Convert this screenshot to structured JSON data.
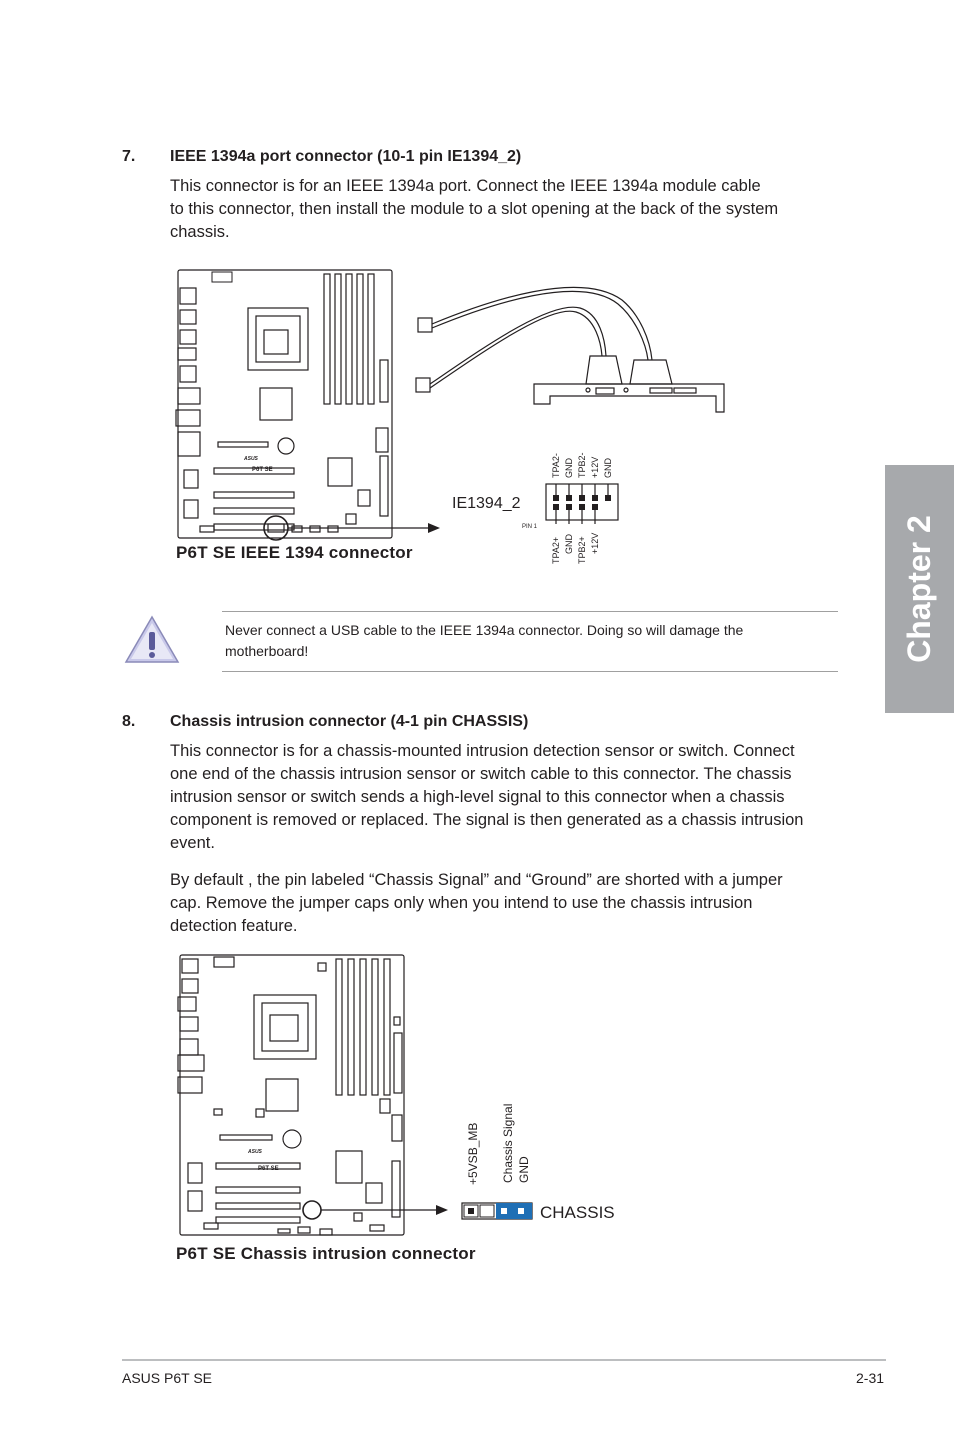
{
  "sections": [
    {
      "number": "7.",
      "title": "IEEE 1394a port connector (10-1 pin IE1394_2)",
      "body": [
        "This connector is for an IEEE 1394a port. Connect the IEEE 1394a module cable",
        "to this connector, then install the module to a slot opening at the back of the system",
        "chassis."
      ],
      "figure": {
        "caption": "P6T SE IEEE 1394 connector",
        "board_label": "P6T SE",
        "connector_label": "IE1394_2",
        "pin1_label": "PIN 1",
        "top_pins": [
          "TPA2-",
          "GND",
          "TPB2-",
          "+12V",
          "GND"
        ],
        "bottom_pins": [
          "TPA2+",
          "GND",
          "TPB2+",
          "+12V"
        ]
      }
    },
    {
      "number": "8.",
      "title": "Chassis intrusion connector (4-1 pin CHASSIS)",
      "body": [
        "This connector is for a chassis-mounted intrusion detection sensor or switch. Connect",
        "one end of the chassis intrusion sensor or switch cable to this connector. The chassis",
        "intrusion sensor or switch sends a high-level signal to this connector when a chassis",
        "component is removed or replaced. The signal is then generated as a chassis intrusion",
        "event."
      ],
      "body2": [
        "By default , the pin labeled “Chassis Signal” and “Ground” are shorted with a jumper",
        "cap. Remove the jumper caps only when you intend to use the chassis intrusion",
        "detection feature."
      ],
      "figure": {
        "caption": "P6T SE Chassis intrusion connector",
        "board_label": "P6T SE",
        "connector_label": "CHASSIS",
        "pins": [
          "+5VSB_MB",
          "Chassis Signal",
          "GND"
        ]
      }
    }
  ],
  "warning": {
    "icon": "warning-triangle-icon",
    "lines": [
      "Never connect a USB cable to the IEEE 1394a connector. Doing so will damage the",
      "motherboard!"
    ]
  },
  "chapter_tab": "Chapter 2",
  "footer": {
    "left": "ASUS P6T SE",
    "right": "2-31"
  },
  "colors": {
    "tab": "#a7a9ac",
    "jumper": "#1f6fb5",
    "text": "#231f20"
  }
}
